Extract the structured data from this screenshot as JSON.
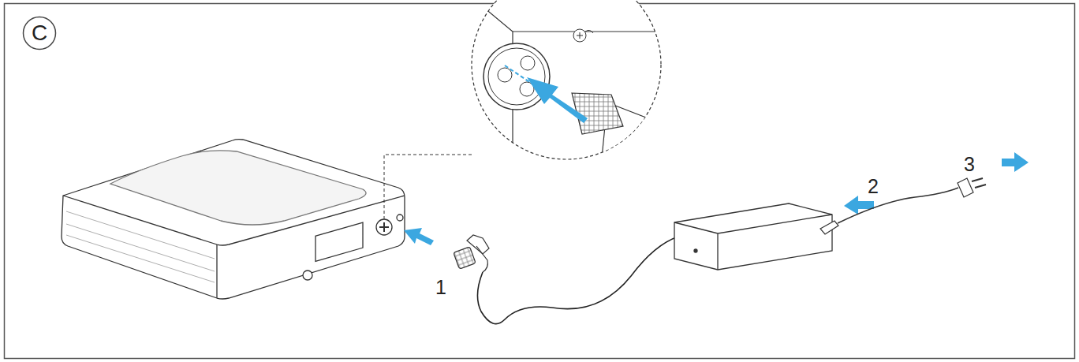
{
  "diagram": {
    "nodes": [
      {
        "text": [
          "C"
        ]
      }
    ],
    "labels": [
      "1",
      "2",
      "3"
    ]
  }
}
